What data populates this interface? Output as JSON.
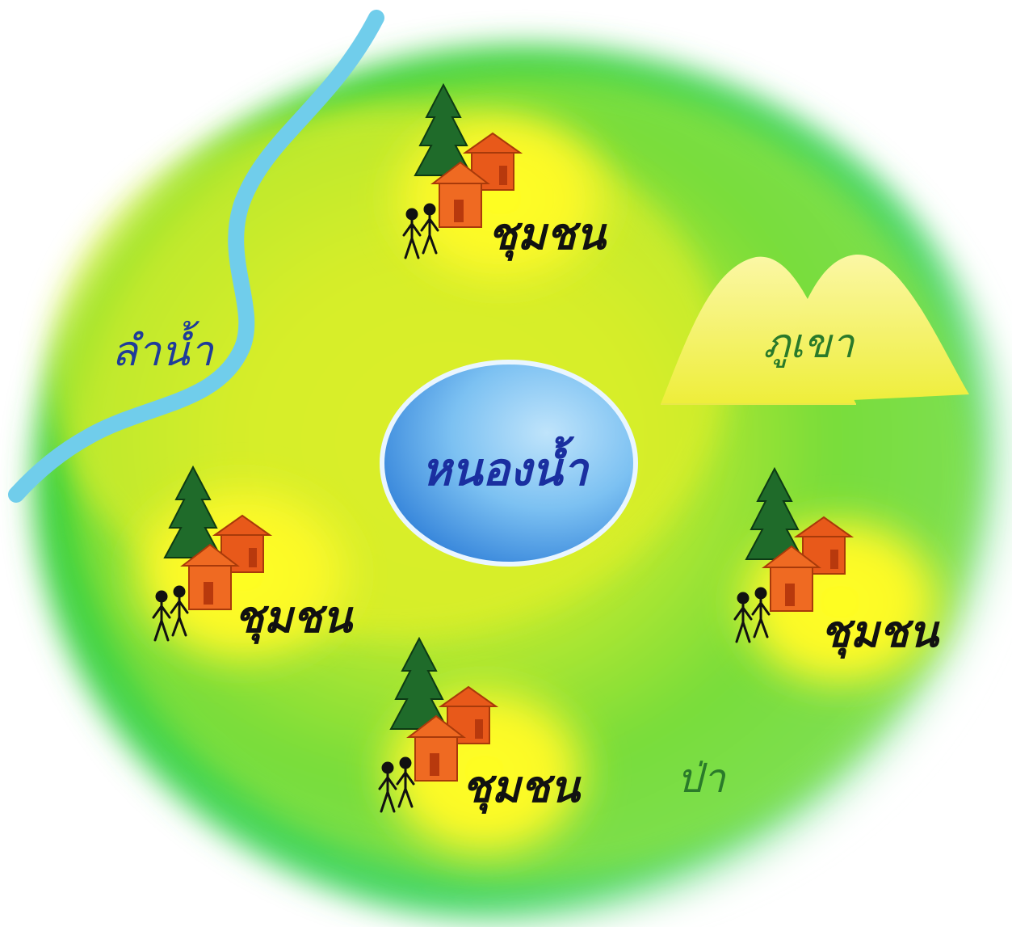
{
  "diagram": {
    "pond_label": "หนองน้ำ",
    "stream_label": "ลำน้ำ",
    "mountain_label": "ภูเขา",
    "forest_label": "ป่า",
    "communities": [
      {
        "label": "ชุมชน"
      },
      {
        "label": "ชุมชน"
      },
      {
        "label": "ชุมชน"
      },
      {
        "label": "ชุมชน"
      }
    ]
  },
  "colors": {
    "land_green": "#2ecc40",
    "land_yellow": "#f2f21a",
    "stream_blue": "#66ccee",
    "pond_blue": "#3a8fe0",
    "pond_text": "#1a2fa0",
    "label_blue": "#1f3c9a",
    "forest_text": "#2a7a2a",
    "house_orange": "#e8591a",
    "tree_green": "#1f6b2a",
    "mountain_yellow": "#f3f06a"
  }
}
